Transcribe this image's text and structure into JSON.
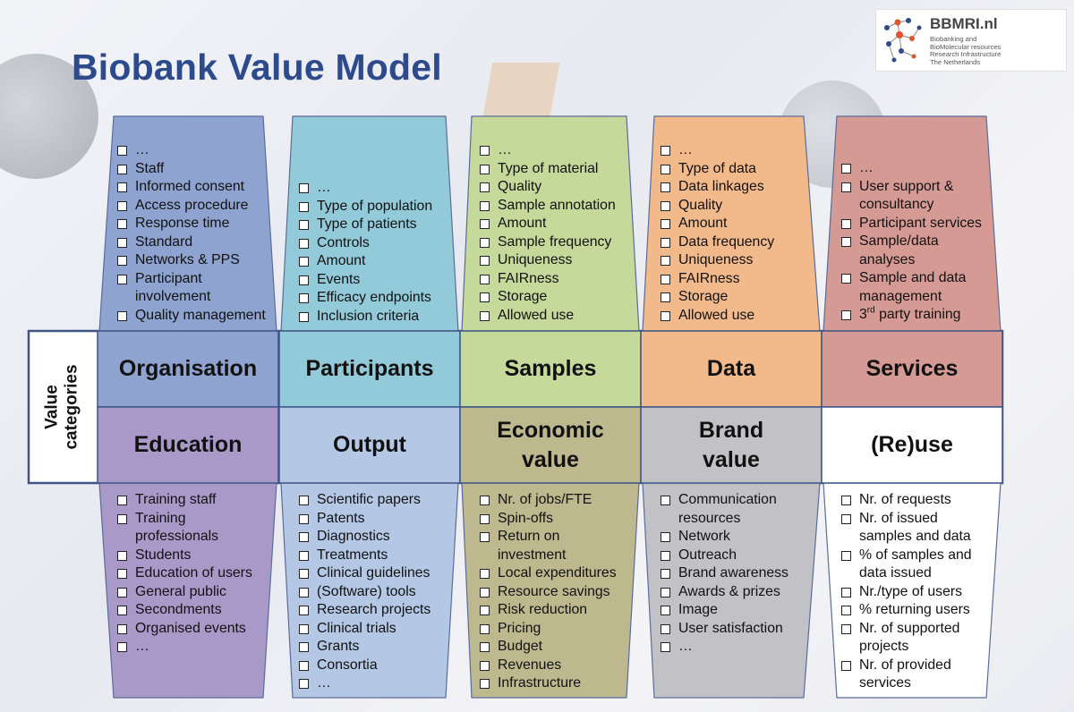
{
  "title": "Biobank Value Model",
  "logo": {
    "name": "BBMRI.nl",
    "subtitle": "Biobanking and\nBioMolecular resources\nResearch Infrastructure\nThe Netherlands"
  },
  "value_categories_label": {
    "line1": "Value",
    "line2": "categories"
  },
  "columns": [
    {
      "top_label": "Organisation",
      "top_color": "#8ea3cf",
      "bottom_label_1": "Education",
      "bottom_label_2": "",
      "bottom_color": "#a899c9",
      "top_items": [
        "…",
        "Staff",
        "Informed consent",
        "Access procedure",
        "Response time",
        "Standard",
        "Networks & PPS",
        "Participant",
        "involvement",
        "Quality management"
      ],
      "bottom_items": [
        "Training staff",
        "Training",
        "professionals",
        "Students",
        "Education of users",
        "General public",
        "Secondments",
        "Organised events",
        "…"
      ]
    },
    {
      "top_label": "Participants",
      "top_color": "#93cad9",
      "bottom_label_1": "Output",
      "bottom_label_2": "",
      "bottom_color": "#b4c7e4",
      "top_items": [
        "…",
        "Type of population",
        "Type of patients",
        "Controls",
        "Amount",
        "Events",
        "Efficacy endpoints",
        "Inclusion criteria"
      ],
      "bottom_items": [
        "Scientific papers",
        "Patents",
        "Diagnostics",
        "Treatments",
        "Clinical guidelines",
        "(Software) tools",
        "Research projects",
        "Clinical trials",
        "Grants",
        "Consortia",
        "…"
      ]
    },
    {
      "top_label": "Samples",
      "top_color": "#c5d99b",
      "bottom_label_1": "Economic",
      "bottom_label_2": "value",
      "bottom_color": "#bdb88e",
      "top_items": [
        "…",
        "Type of material",
        "Quality",
        "Sample annotation",
        "Amount",
        "Sample frequency",
        "Uniqueness",
        "FAIRness",
        "Storage",
        "Allowed use"
      ],
      "bottom_items": [
        "Nr. of jobs/FTE",
        "Spin-offs",
        "Return on",
        "investment",
        "Local expenditures",
        "Resource savings",
        "Risk reduction",
        "Pricing",
        "Budget",
        "Revenues",
        "Infrastructure"
      ]
    },
    {
      "top_label": "Data",
      "top_color": "#f2b98a",
      "bottom_label_1": "Brand",
      "bottom_label_2": "value",
      "bottom_color": "#c2c2c6",
      "top_items": [
        "…",
        "Type of data",
        "Data linkages",
        "Quality",
        "Amount",
        "Data frequency",
        "Uniqueness",
        "FAIRness",
        "Storage",
        "Allowed use"
      ],
      "bottom_items": [
        "Communication",
        "resources",
        "Network",
        "Outreach",
        "Brand awareness",
        "Awards & prizes",
        "Image",
        "User satisfaction",
        "…"
      ]
    },
    {
      "top_label": "Services",
      "top_color": "#d69a94",
      "bottom_label_1": "(Re)use",
      "bottom_label_2": "",
      "bottom_color": "#ffffff",
      "top_items": [
        "…",
        "User support &",
        "consultancy",
        "Participant services",
        "Sample/data",
        "analyses",
        "Sample and data",
        "management",
        "party training"
      ],
      "training_ordinal": {
        "number": "3",
        "suffix": "rd"
      },
      "bottom_items": [
        "Nr. of requests",
        "Nr. of issued",
        "samples and data",
        "% of samples and",
        "data issued",
        "Nr./type of users",
        "% returning users",
        "Nr. of supported",
        "projects",
        "Nr. of provided",
        "services"
      ]
    }
  ]
}
